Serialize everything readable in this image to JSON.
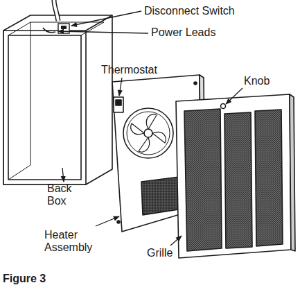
{
  "diagram": {
    "caption": "Figure 3",
    "labels": [
      "Disconnect Switch",
      "Power Leads",
      "Thermostat",
      "Knob",
      "Back Box",
      "Heater Assembly",
      "Grille"
    ]
  }
}
